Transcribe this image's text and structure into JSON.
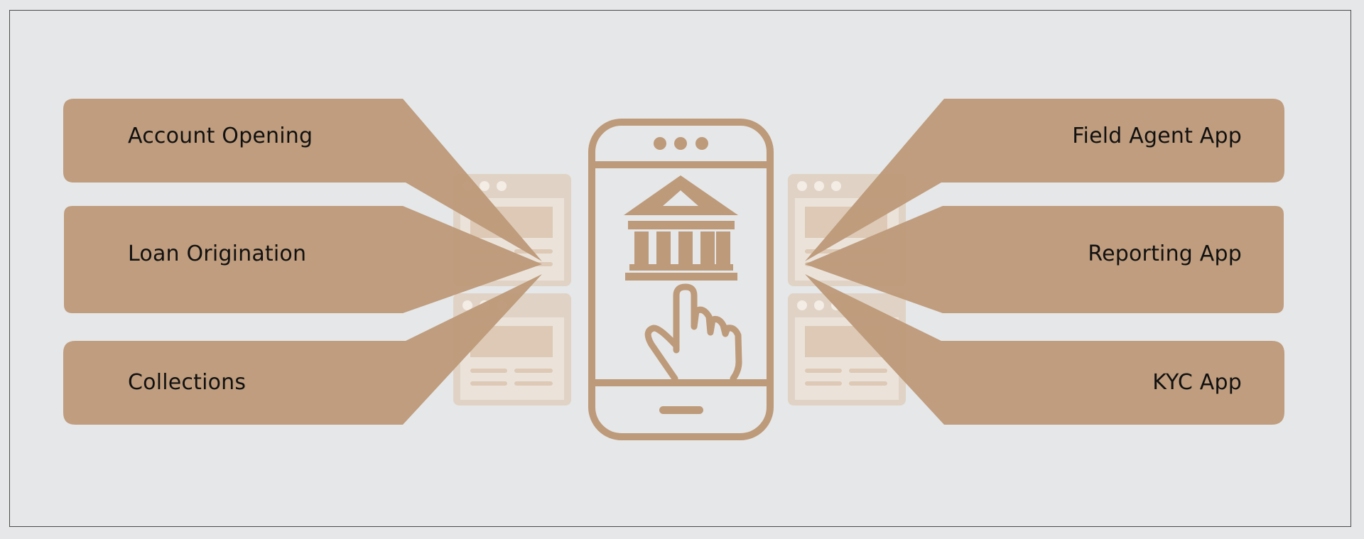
{
  "colors": {
    "background": "#e6e7e8",
    "brand_tan": "#bd9a7a",
    "window_fill": "#e0d3c5",
    "window_stroke": "#d4bfa8"
  },
  "left_items": [
    {
      "label": "Account Opening"
    },
    {
      "label": "Loan Origination"
    },
    {
      "label": "Collections"
    }
  ],
  "right_items": [
    {
      "label": "Field Agent App"
    },
    {
      "label": "Reporting App"
    },
    {
      "label": "KYC App"
    }
  ],
  "center": {
    "device": "smartphone-icon",
    "screen_icon": "bank-building-icon",
    "gesture_icon": "tap-hand-icon",
    "side_windows": "browser-window-icon"
  }
}
